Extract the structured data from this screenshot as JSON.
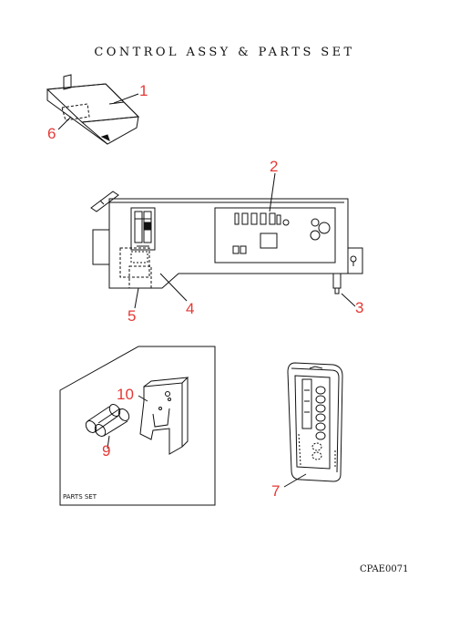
{
  "title": "CONTROL ASSY & PARTS SET",
  "drawing_code": "CPAE0071",
  "parts_set_label": "PARTS SET",
  "callout_color": "#e53935",
  "line_color": "#111111",
  "callouts": {
    "c1": "1",
    "c2": "2",
    "c3": "3",
    "c4": "4",
    "c5": "5",
    "c6": "6",
    "c7": "7",
    "c9": "9",
    "c10": "10"
  }
}
